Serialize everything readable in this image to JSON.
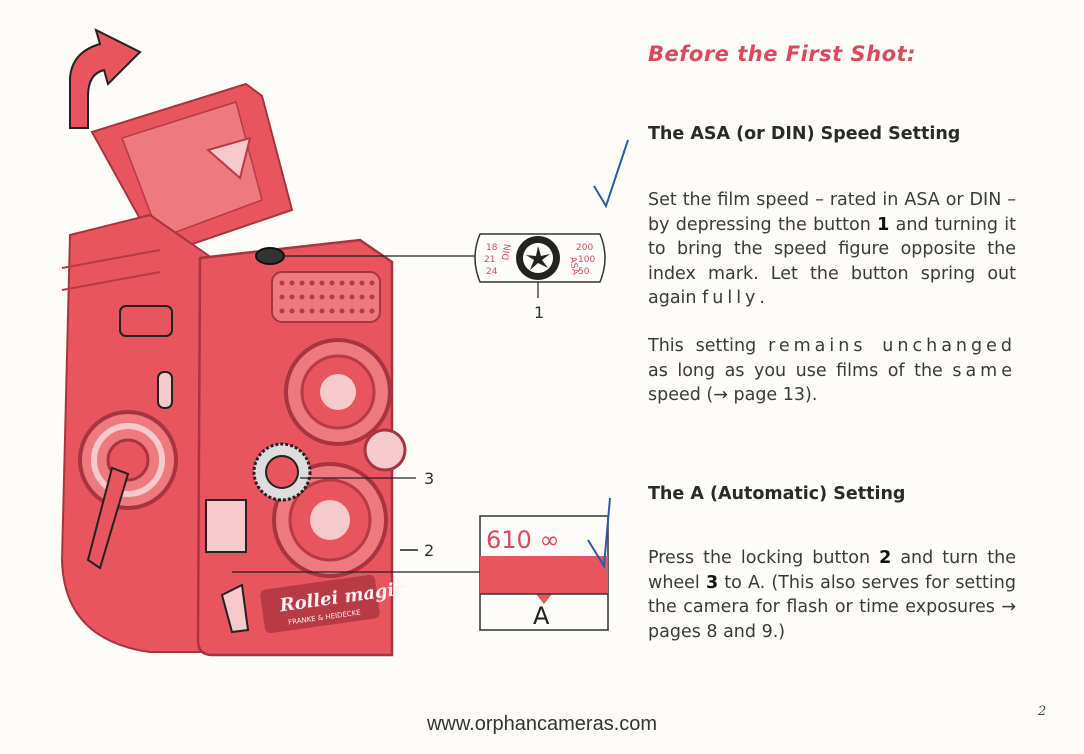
{
  "page": {
    "heading": "Before the First Shot:",
    "sections": [
      {
        "title": "The ASA (or DIN) Speed Setting",
        "p1": {
          "a": "Set the film speed – rated in ASA or DIN – by depressing the button ",
          "b": "1",
          "c": " and turning it to bring the speed figure opposite the index mark. Let the button spring out again ",
          "d": "fully",
          "e": "."
        },
        "p2": {
          "a": "This setting ",
          "b": "remains unchanged",
          "c": " as long as you use films of the ",
          "d": "same",
          "e": " speed (→ page 13)."
        }
      },
      {
        "title": "The A (Automatic) Setting",
        "p1": {
          "a": "Press the locking button ",
          "b": "2",
          "c": " and turn the wheel ",
          "d": "3",
          "e": " to A. (This also serves for setting the camera for flash or time exposures → pages 8 and 9.)"
        }
      }
    ],
    "footer": "www.orphancameras.com",
    "page_number": "2"
  },
  "illustration": {
    "callouts": [
      "1",
      "3",
      "2"
    ],
    "dial_left": [
      "18",
      "21",
      "24"
    ],
    "dial_left_unit": "DIN",
    "dial_right": [
      "200",
      "100",
      "50"
    ],
    "dial_right_unit": "ASA",
    "wheel_scale": "610 ∞",
    "wheel_letter": "A",
    "brand": "Rollei magic",
    "maker": "FRANKE & HEIDECKE",
    "colors": {
      "camera": "#e8555f",
      "camera_dark": "#b83a45",
      "accent": "#e0475d",
      "ink": "#2b2b2b"
    }
  }
}
